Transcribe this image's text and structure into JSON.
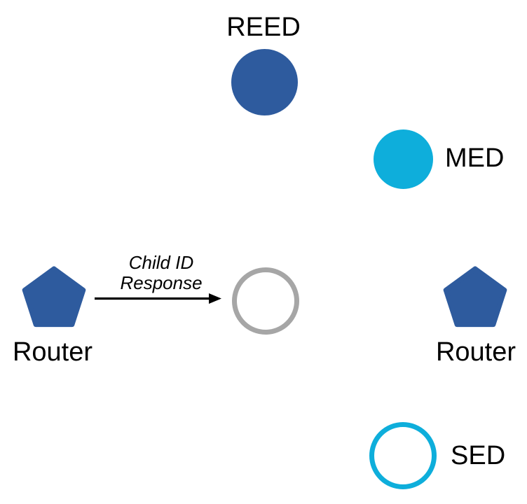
{
  "colors": {
    "node_blue": "#2E5B9E",
    "node_cyan": "#0EAEDB",
    "node_gray": "#A6A6A6",
    "ink": "#000000",
    "background": "#FFFFFF"
  },
  "nodes": {
    "reed": {
      "label": "REED",
      "shape": "circle-filled",
      "color": "blue"
    },
    "med": {
      "label": "MED",
      "shape": "circle-filled",
      "color": "cyan"
    },
    "router_left": {
      "label": "Router",
      "shape": "pentagon",
      "color": "blue"
    },
    "joining_device": {
      "shape": "circle-outline",
      "color": "gray"
    },
    "router_right": {
      "label": "Router",
      "shape": "pentagon",
      "color": "blue"
    },
    "sed": {
      "label": "SED",
      "shape": "circle-outline",
      "color": "cyan"
    }
  },
  "arrow": {
    "label_line1": "Child ID",
    "label_line2": "Response",
    "from": "router_left",
    "to": "joining_device"
  }
}
